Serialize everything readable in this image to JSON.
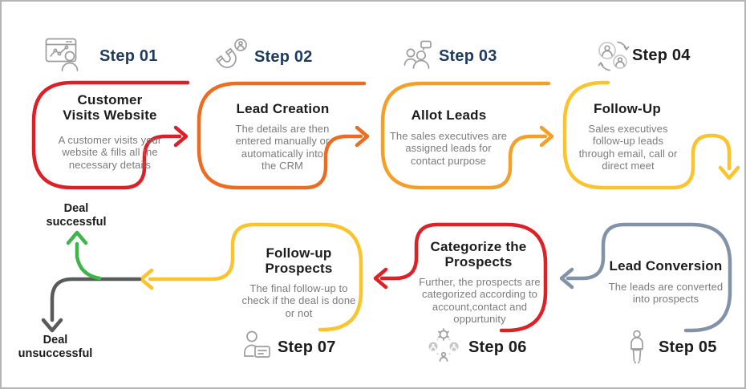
{
  "steps": [
    {
      "label": "Step 01",
      "label_color": "#1d3a5f",
      "title": "Customer\nVisits Website",
      "description": "A customer visits your\nwebsite & fills all the\nnecessary details",
      "color": "#e01e25",
      "icon": "website-analytics-icon"
    },
    {
      "label": "Step 02",
      "label_color": "#1d3a5f",
      "title": "Lead Creation",
      "description": "The details are then\nentered manually or\nautomatically into\nthe CRM",
      "color": "#ed6c1f",
      "icon": "lead-magnet-icon"
    },
    {
      "label": "Step 03",
      "label_color": "#1d3a5f",
      "title": "Allot Leads",
      "description": "The sales executives are\nassigned leads for\ncontact purpose",
      "color": "#f59f27",
      "icon": "team-discussion-icon"
    },
    {
      "label": "Step 04",
      "label_color": "#1c1c1c",
      "title": "Follow-Up",
      "description": "Sales executives\nfollow-up leads\nthrough email, call or\ndirect meet",
      "color": "#fcc32a",
      "icon": "user-exchange-icon"
    },
    {
      "label": "Step 05",
      "label_color": "#1c1c1c",
      "title": "Lead Conversion",
      "description": "The leads are converted\ninto prospects",
      "color": "#8293a8",
      "icon": "prospect-person-icon"
    },
    {
      "label": "Step 06",
      "label_color": "#1c1c1c",
      "title": "Categorize the\nProspects",
      "description": "Further, the prospects are\ncategorized according to\naccount,contact and\noppurtunity",
      "color": "#de2027",
      "icon": "categorize-process-icon"
    },
    {
      "label": "Step 07",
      "label_color": "#1c1c1c",
      "title": "Follow-up\nProspects",
      "description": "The final follow-up to\ncheck if the deal is done\nor not",
      "color": "#fcc32a",
      "icon": "prospect-id-icon"
    }
  ],
  "outcomes": {
    "success": {
      "label": "Deal\nsuccessful",
      "color": "#3db54a"
    },
    "failure": {
      "label": "Deal\nunsuccessful",
      "color": "#595a5c"
    }
  }
}
